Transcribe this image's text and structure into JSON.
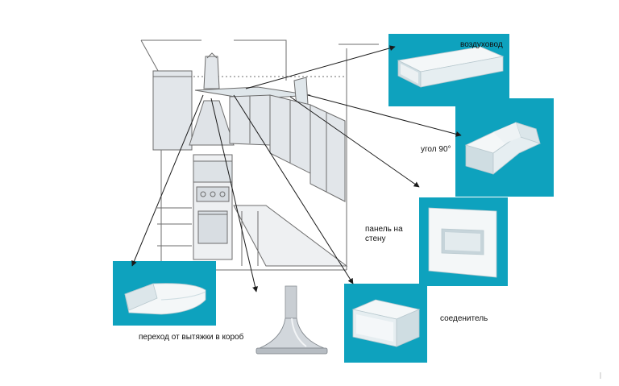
{
  "colors": {
    "tile": "#0ea2be",
    "duct": "#f4f7f8",
    "duct_shade": "#cfdde2",
    "kitchen_line": "#6d6d6d",
    "kitchen_fill": "#e2e6ea",
    "arrow": "#1a1a1a"
  },
  "labels": {
    "duct": "воздуховод",
    "elbow": "угол 90°",
    "wall_panel": "панель на стену",
    "connector": "соеденитель",
    "hood_transition": "переход от вытяжки в короб"
  },
  "icons": {
    "kitchen": "kitchen-sketch-icon",
    "duct": "rectangular-duct-icon",
    "elbow": "duct-elbow-90-icon",
    "wall_panel": "wall-panel-icon",
    "connector": "duct-connector-icon",
    "hood_transition": "hood-transition-icon",
    "hood": "cooker-hood-icon"
  }
}
